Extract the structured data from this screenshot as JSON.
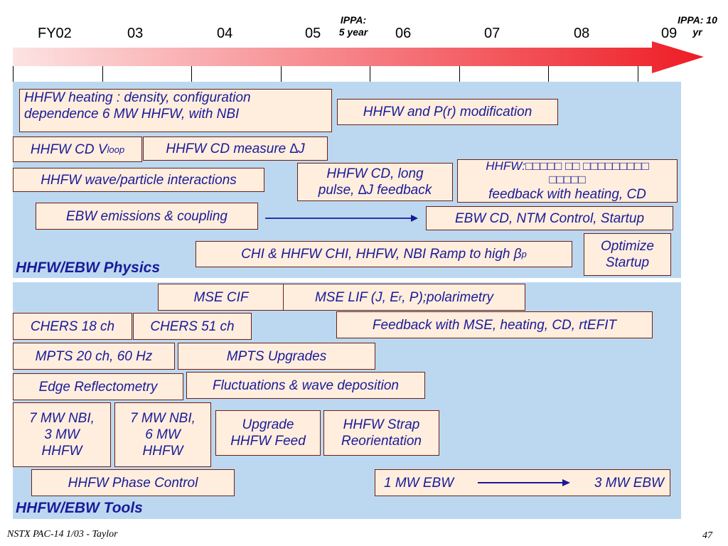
{
  "timeline": {
    "years": [
      "FY02",
      "03",
      "04",
      "05",
      "06",
      "07",
      "08",
      "09"
    ],
    "ippa5": [
      "IPPA:",
      "5 year"
    ],
    "ippa10": [
      "IPPA: 10",
      "yr"
    ]
  },
  "physics": {
    "section_label": "HHFW/EBW Physics",
    "hhfw_heating": [
      "HHFW heating : density, configuration",
      "dependence  6 MW HHFW, with NBI"
    ],
    "hhfw_pr": "HHFW and P(r) modification",
    "hhfw_cd_vloop": "HHFW CD V",
    "hhfw_cd_vloop_sub": "loop",
    "hhfw_cd_measure": "HHFW CD measure ∆J",
    "hhfw_wave": "HHFW wave/particle interactions",
    "hhfw_cd_long": [
      "HHFW CD, long",
      "pulse, ∆J feedback"
    ],
    "hhfw_feedback": [
      "HHFW:□□□□□ □□ □□□□□□□□□",
      "□□□□□",
      "feedback with heating, CD"
    ],
    "ebw_emissions": "EBW emissions & coupling",
    "ebw_cd": "EBW  CD, NTM Control, Startup",
    "optimize": [
      "Optimize",
      "Startup"
    ],
    "chi": "CHI & HHFW    CHI, HHFW, NBI Ramp to high β",
    "chi_sub": "p"
  },
  "tools": {
    "section_label": "HHFW/EBW Tools",
    "mse_cif": "MSE CIF",
    "mse_lif": "MSE LIF (J, E",
    "mse_lif_sub": "r",
    "mse_lif_tail": ", P);polarimetry",
    "chers18": "CHERS 18 ch",
    "chers51": "CHERS 51 ch",
    "feedback_mse": "Feedback with MSE, heating, CD, rtEFIT",
    "mpts20": "MPTS 20 ch, 60 Hz",
    "mpts_up": "MPTS Upgrades",
    "edge": "Edge Reflectometry",
    "fluct": "Fluctuations & wave deposition",
    "nbi3": [
      "7 MW NBI,",
      "3 MW",
      "HHFW"
    ],
    "nbi6": [
      "7 MW NBI,",
      "6 MW",
      "HHFW"
    ],
    "upgrade": [
      "Upgrade",
      "HHFW Feed"
    ],
    "strap": [
      "HHFW Strap",
      "Reorientation"
    ],
    "phase": "HHFW Phase Control",
    "ebw1": "1 MW EBW",
    "ebw3": "3 MW EBW"
  },
  "footer": {
    "left": "NSTX PAC-14 1/03 - Taylor",
    "right": "47"
  },
  "colors": {
    "panel": "#bcd8f0",
    "box_fill": "#ffeedd",
    "box_border": "#6b1e16",
    "text": "#1a1a99",
    "arrow": "#ee1c25"
  }
}
